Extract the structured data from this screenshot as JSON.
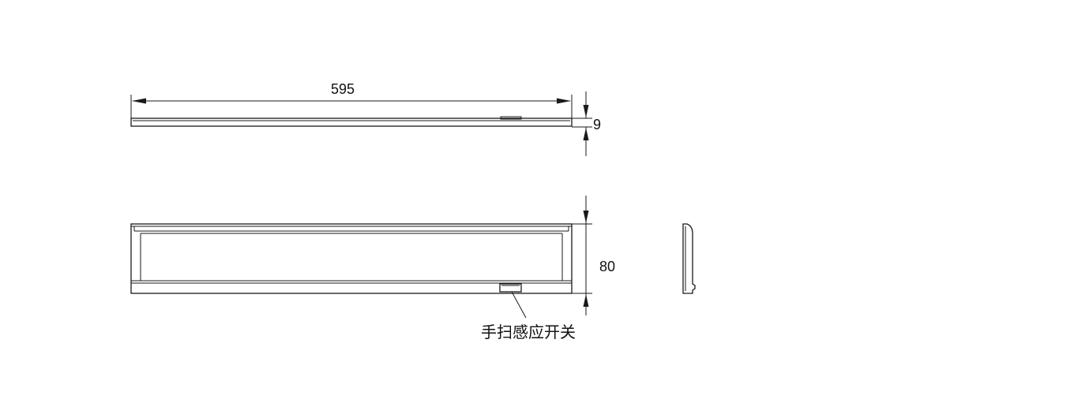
{
  "dimensions": {
    "length": "595",
    "thickness": "9",
    "height": "80"
  },
  "callout": {
    "sensor_label": "手扫感应开关"
  },
  "colors": {
    "line": "#1a1a1a",
    "background": "#ffffff"
  }
}
